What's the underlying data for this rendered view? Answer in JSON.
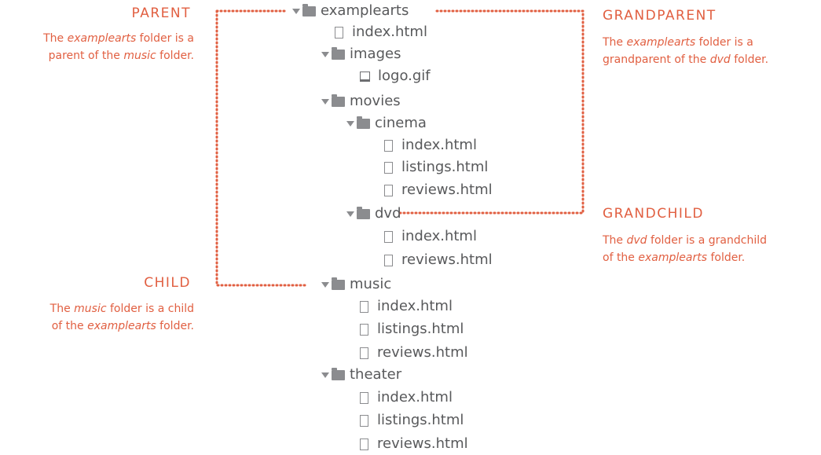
{
  "colors": {
    "accent": "#e15f41",
    "tree_text": "#58595b",
    "icon": "#8b8c8f"
  },
  "tree": {
    "rows": [
      {
        "label": "examplearts",
        "type": "folder"
      },
      {
        "label": "index.html",
        "type": "file"
      },
      {
        "label": "images",
        "type": "folder"
      },
      {
        "label": "logo.gif",
        "type": "image"
      },
      {
        "label": "movies",
        "type": "folder"
      },
      {
        "label": "cinema",
        "type": "folder"
      },
      {
        "label": "index.html",
        "type": "file"
      },
      {
        "label": "listings.html",
        "type": "file"
      },
      {
        "label": "reviews.html",
        "type": "file"
      },
      {
        "label": "dvd",
        "type": "folder"
      },
      {
        "label": "index.html",
        "type": "file"
      },
      {
        "label": "reviews.html",
        "type": "file"
      },
      {
        "label": "music",
        "type": "folder"
      },
      {
        "label": "index.html",
        "type": "file"
      },
      {
        "label": "listings.html",
        "type": "file"
      },
      {
        "label": "reviews.html",
        "type": "file"
      },
      {
        "label": "theater",
        "type": "folder"
      },
      {
        "label": "index.html",
        "type": "file"
      },
      {
        "label": "listings.html",
        "type": "file"
      },
      {
        "label": "reviews.html",
        "type": "file"
      }
    ]
  },
  "annotations": {
    "parent": {
      "title": "PARENT",
      "line1": {
        "a": "The ",
        "b": "examplearts",
        "c": " folder is a"
      },
      "line2": {
        "a": "parent of the ",
        "b": "music",
        "c": " folder."
      }
    },
    "child": {
      "title": "CHILD",
      "line1": {
        "a": "The ",
        "b": "music",
        "c": " folder is a child"
      },
      "line2": {
        "a": "of the ",
        "b": "examplearts",
        "c": " folder."
      }
    },
    "grandparent": {
      "title": "GRANDPARENT",
      "line1": {
        "a": "The ",
        "b": "examplearts",
        "c": " folder is a"
      },
      "line2": {
        "a": "grandparent of the ",
        "b": "dvd",
        "c": " folder."
      }
    },
    "grandchild": {
      "title": "GRANDCHILD",
      "line1": {
        "a": "The ",
        "b": "dvd",
        "c": " folder is a grandchild"
      },
      "line2": {
        "a": "of the ",
        "b": "examplearts",
        "c": " folder."
      }
    }
  }
}
